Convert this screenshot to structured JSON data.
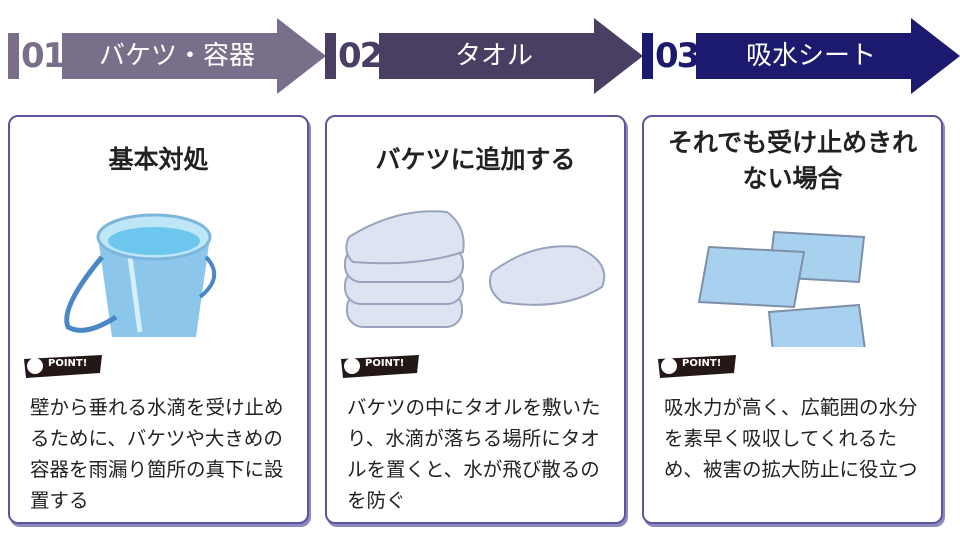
{
  "steps": [
    {
      "number": "01",
      "label": "バケツ・容器",
      "color": "#7a6f8a"
    },
    {
      "number": "02",
      "label": "タオル",
      "color": "#4a3f63"
    },
    {
      "number": "03",
      "label": "吸水シート",
      "color": "#1c1a6e"
    }
  ],
  "cards": [
    {
      "title": "基本対処",
      "illustration": "bucket-icon",
      "point": "POINT!",
      "body": "壁から垂れる水滴を受け止めるために、バケツや大きめの容器を雨漏り箇所の真下に設置する"
    },
    {
      "title": "バケツに追加する",
      "illustration": "towels-icon",
      "point": "POINT!",
      "body": "バケツの中にタオルを敷いたり、水滴が落ちる場所にタオルを置くと、水が飛び散るのを防ぐ"
    },
    {
      "title": "それでも受け止めきれない場合",
      "illustration": "absorbent-sheets-icon",
      "point": "POINT!",
      "body": "吸水力が高く、広範囲の水分を素早く吸収してくれるため、被害の拡大防止に役立つ"
    }
  ]
}
